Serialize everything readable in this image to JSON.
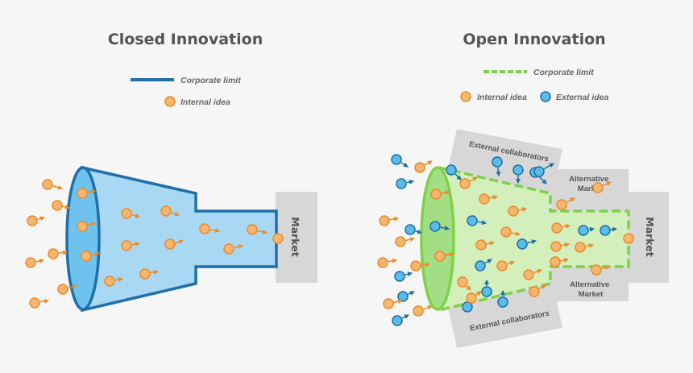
{
  "closed": {
    "title": "Closed Innovation",
    "legend_corporate": "Corporate limit",
    "legend_internal": "Internal idea",
    "market": "Market"
  },
  "open": {
    "title": "Open Innovation",
    "legend_corporate": "Corporate limit",
    "legend_internal": "Internal idea",
    "legend_external": "External idea",
    "collab_top": "External collaborators",
    "collab_bottom": "External collaborators",
    "alt_market_top": [
      "Alternative",
      "Market"
    ],
    "alt_market_bottom": [
      "Alternative",
      "Market"
    ],
    "market": "Market"
  },
  "colors": {
    "closed_stroke": "#1f6fa8",
    "closed_fill": "#a9d8f5",
    "closed_ellipse": "#6ec3ee",
    "open_stroke": "#7ed14a",
    "open_fill": "#d3efbc",
    "open_ellipse": "#a4de84",
    "internal_idea": "#f6b66d",
    "internal_idea_stroke": "#ea8b2a",
    "external_idea": "#5bbce9",
    "external_idea_stroke": "#1c6ea3",
    "box_fill": "#d7d7d7"
  }
}
